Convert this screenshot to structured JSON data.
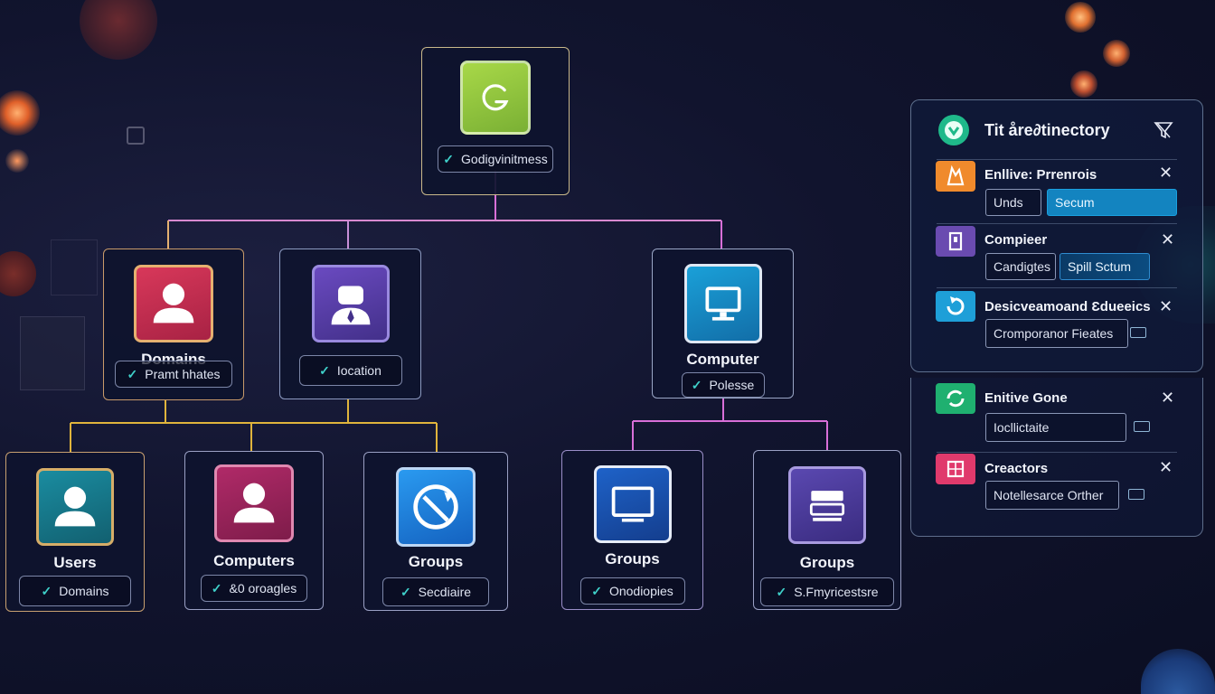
{
  "root": {
    "chip": "Godigvinitmess",
    "icon": "g-logo-icon",
    "color": "#8fc23e"
  },
  "level1": [
    {
      "title": "Domains",
      "chip": "Pramt hhates",
      "icon": "user-icon",
      "color": "#c8324e"
    },
    {
      "title": "",
      "chip": "Iocation",
      "icon": "person-tie-icon",
      "color": "#5a3da8"
    },
    {
      "title": "Computer",
      "chip": "Polesse",
      "icon": "monitor-icon",
      "color": "#1b8fc8"
    }
  ],
  "level2": [
    {
      "title": "Users",
      "chip": "Domains",
      "icon": "user-icon",
      "color": "#17788c"
    },
    {
      "title": "Computers",
      "chip": "&0 oroagles",
      "icon": "user-icon",
      "color": "#a8285e"
    },
    {
      "title": "Groups",
      "chip": "Secdiaire",
      "icon": "refresh-globe-icon",
      "color": "#1d7fe0"
    },
    {
      "title": "Groups",
      "chip": "Onodiopies",
      "icon": "monitor-icon",
      "color": "#1a56b8"
    },
    {
      "title": "Groups",
      "chip": "S.Fmyricestsre",
      "icon": "server-icon",
      "color": "#4b3b9e"
    }
  ],
  "panel": {
    "title": "Tit åre∂tinectory",
    "title_icon": "chevron-badge-icon",
    "title_icon_color": "#1fb98a",
    "header_icon": "filter-icon",
    "sections": [
      {
        "label": "Enllive: Prrenrois",
        "icon": "fire-icon",
        "color": "#f08a2c",
        "fields": [
          "Unds",
          "Secum"
        ]
      },
      {
        "label": "Compieer",
        "icon": "document-icon",
        "color": "#6a4bb0",
        "fields": [
          "Candigtes",
          "Spill Sctum"
        ]
      },
      {
        "label": "Desicveamoand Ɛdueeics",
        "icon": "sync-icon",
        "color": "#1e9fd8",
        "fields": [
          "Cromporanor Fieates"
        ]
      },
      {
        "label": "Enitive Gone",
        "icon": "refresh-icon",
        "color": "#1fb070",
        "fields": [
          "Iocllictaite"
        ]
      },
      {
        "label": "Creactors",
        "icon": "grid-icon",
        "color": "#e03a6c",
        "fields": [
          "Notellesarce Orther"
        ]
      }
    ]
  }
}
